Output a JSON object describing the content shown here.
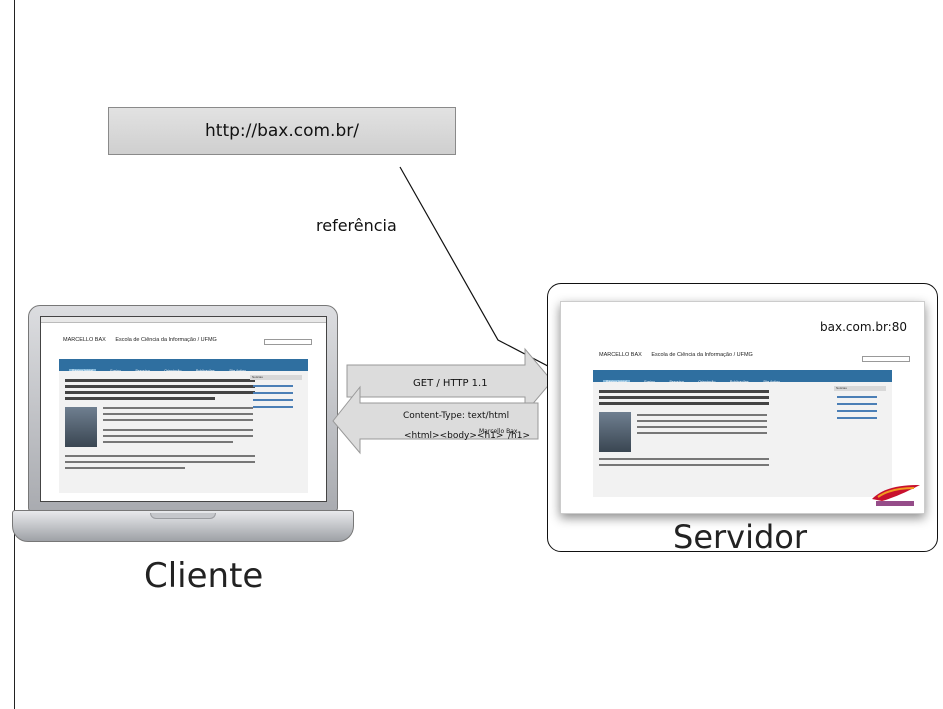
{
  "url": "http://bax.com.br/",
  "reference_label": "referência",
  "client_label": "Cliente",
  "server_label": "Servidor",
  "server_host": "bax.com.br:80",
  "request_label": "GET / HTTP 1.1",
  "response": {
    "content_type": "Content-Type: text/html",
    "html_open": "<html><body><h1>",
    "body_text": "Marcello Bax",
    "html_close": "/h1>"
  },
  "mini_page": {
    "name": "MARCELLO BAX",
    "school": "Escola de Ciência da Informação / UFMG",
    "nav": [
      "Página Inicial",
      "Ensino",
      "Pesquisa",
      "Orientação",
      "Publicações",
      "Site Antigo"
    ],
    "sidebar_title": "Notícias"
  },
  "colors": {
    "arrow_fill": "#dcdcdc",
    "nav": "#2f6fa0",
    "url_box": "#d8d8d8"
  },
  "icons": {
    "server_logo": "apache-feather-icon"
  }
}
